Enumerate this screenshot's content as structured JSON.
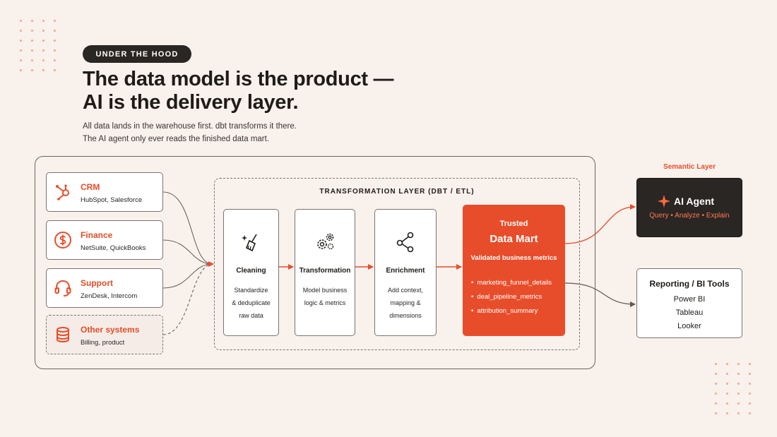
{
  "badge": "UNDER THE HOOD",
  "headline": {
    "line1": "The data model is the product —",
    "line2": "AI is the delivery layer."
  },
  "subheadline": {
    "line1": "All data lands in the warehouse first. dbt transforms it there.",
    "line2": "The AI agent only ever reads the finished data mart."
  },
  "sources": [
    {
      "title": "CRM",
      "detail": "HubSpot, Salesforce",
      "icon": "hubspot-icon"
    },
    {
      "title": "Finance",
      "detail": "NetSuite, QuickBooks",
      "icon": "dollar-icon"
    },
    {
      "title": "Support",
      "detail": "ZenDesk, Intercom",
      "icon": "headset-icon"
    },
    {
      "title": "Other systems",
      "detail": "Billing, product",
      "icon": "database-icon"
    }
  ],
  "transformation": {
    "title": "TRANSFORMATION LAYER (DBT / ETL)",
    "steps": [
      {
        "title": "Cleaning",
        "line1": "Standardize",
        "line2": "& deduplicate",
        "line3": "raw data",
        "icon": "broom-icon"
      },
      {
        "title": "Transformation",
        "line1": "Model business",
        "line2": "logic & metrics",
        "line3": "",
        "icon": "gears-icon"
      },
      {
        "title": "Enrichment",
        "line1": "Add context,",
        "line2": "mapping &",
        "line3": "dimensions",
        "icon": "share-nodes-icon"
      }
    ]
  },
  "data_mart": {
    "kicker": "Trusted",
    "title": "Data Mart",
    "subtitle": "Validated business metrics",
    "items": [
      "marketing_funnel_details",
      "deal_pipeline_metrics",
      "attribution_summary"
    ]
  },
  "semantic_layer": {
    "label": "Semantic Layer",
    "agent_title": "AI Agent",
    "agent_detail": "Query • Analyze • Explain",
    "icon": "sparkle-icon"
  },
  "reporting": {
    "title": "Reporting / BI Tools",
    "tools": [
      "Power BI",
      "Tableau",
      "Looker"
    ]
  },
  "colors": {
    "accent": "#e84d2b",
    "dark": "#2a2624",
    "background": "#f8f1ec"
  }
}
